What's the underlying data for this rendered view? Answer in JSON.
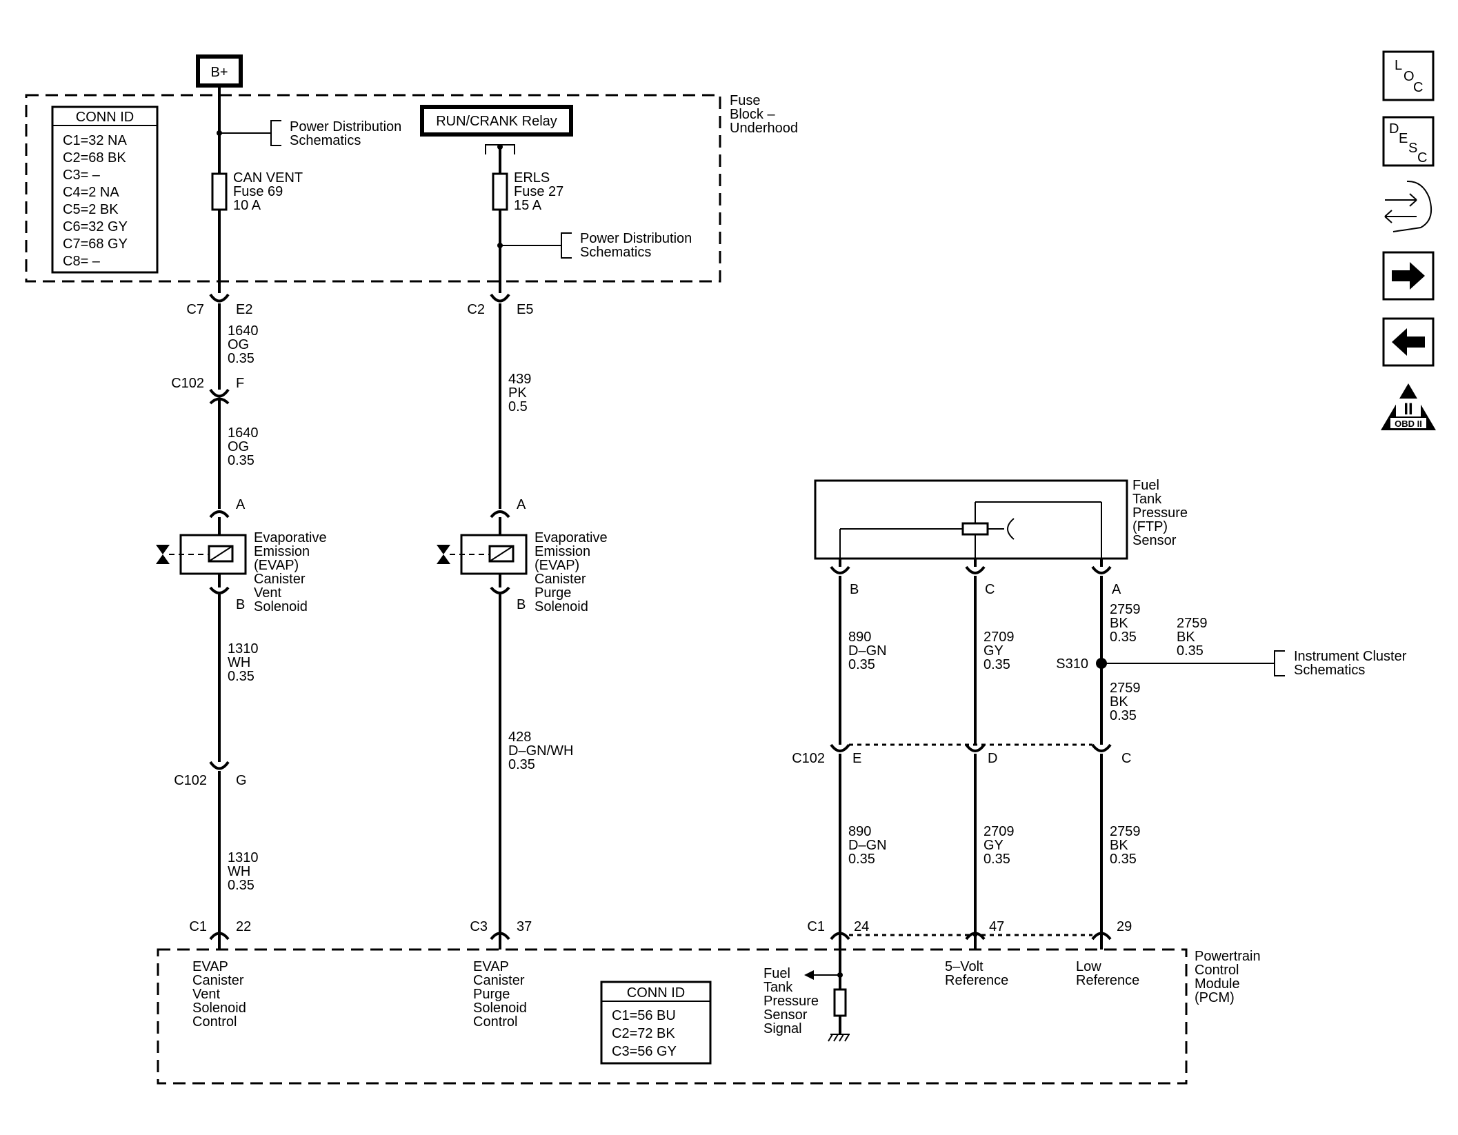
{
  "bplus": "B+",
  "fuse_block": {
    "title": [
      "Fuse",
      "Block –",
      "Underhood"
    ]
  },
  "conn_id_top": {
    "header": "CONN ID",
    "rows": [
      "C1=32 NA",
      "C2=68 BK",
      "C3= –",
      "C4=2 NA",
      "C5=2 BK",
      "C6=32 GY",
      "C7=68 GY",
      "C8= –"
    ]
  },
  "conn_id_pcm": {
    "header": "CONN ID",
    "rows": [
      "C1=56 BU",
      "C2=72 BK",
      "C3=56 GY"
    ]
  },
  "power_dist_1": [
    "Power Distribution",
    "Schematics"
  ],
  "power_dist_2": [
    "Power Distribution",
    "Schematics"
  ],
  "instrument_cluster": [
    "Instrument Cluster",
    "Schematics"
  ],
  "relay": "RUN/CRANK Relay",
  "fuse_can_vent": [
    "CAN VENT",
    "Fuse 69",
    "10 A"
  ],
  "fuse_erls": [
    "ERLS",
    "Fuse 27",
    "15 A"
  ],
  "vent_solenoid": [
    "Evaporative",
    "Emission",
    "(EVAP)",
    "Canister",
    "Vent",
    "Solenoid"
  ],
  "purge_solenoid": [
    "Evaporative",
    "Emission",
    "(EVAP)",
    "Canister",
    "Purge",
    "Solenoid"
  ],
  "ftp_sensor": [
    "Fuel",
    "Tank",
    "Pressure",
    "(FTP)",
    "Sensor"
  ],
  "pcm": [
    "Powertrain",
    "Control",
    "Module",
    "(PCM)"
  ],
  "pcm_vent": [
    "EVAP",
    "Canister",
    "Vent",
    "Solenoid",
    "Control"
  ],
  "pcm_purge": [
    "EVAP",
    "Canister",
    "Purge",
    "Solenoid",
    "Control"
  ],
  "pcm_ftp": [
    "Fuel",
    "Tank",
    "Pressure",
    "Sensor",
    "Signal"
  ],
  "pcm_5v": [
    "5–Volt",
    "Reference"
  ],
  "pcm_low": [
    "Low",
    "Reference"
  ],
  "connectors": {
    "c7": "C7",
    "e2": "E2",
    "c2": "C2",
    "e5": "E5",
    "c102_f": "C102",
    "f": "F",
    "vent_a": "A",
    "vent_b": "B",
    "purge_a": "A",
    "purge_b": "B",
    "c102_g": "C102",
    "g": "G",
    "c1_vent": "C1",
    "pin22": "22",
    "c3_purge": "C3",
    "pin37": "37",
    "ftp_b": "B",
    "ftp_c": "C",
    "ftp_a": "A",
    "c102_e": "C102",
    "e": "E",
    "d": "D",
    "c": "C",
    "c1_ftp": "C1",
    "pin24": "24",
    "pin47": "47",
    "pin29": "29",
    "s310": "S310"
  },
  "wires": {
    "w1640a": [
      "1640",
      "OG",
      "0.35"
    ],
    "w1640b": [
      "1640",
      "OG",
      "0.35"
    ],
    "w1310a": [
      "1310",
      "WH",
      "0.35"
    ],
    "w1310b": [
      "1310",
      "WH",
      "0.35"
    ],
    "w439": [
      "439",
      "PK",
      "0.5"
    ],
    "w428": [
      "428",
      "D–GN/WH",
      "0.35"
    ],
    "w890a": [
      "890",
      "D–GN",
      "0.35"
    ],
    "w890b": [
      "890",
      "D–GN",
      "0.35"
    ],
    "w2709a": [
      "2709",
      "GY",
      "0.35"
    ],
    "w2709b": [
      "2709",
      "GY",
      "0.35"
    ],
    "w2759a": [
      "2759",
      "BK",
      "0.35"
    ],
    "w2759s": [
      "2759",
      "BK",
      "0.35"
    ],
    "w2759b": [
      "2759",
      "BK",
      "0.35"
    ],
    "w2759c": [
      "2759",
      "BK",
      "0.35"
    ]
  },
  "nav": {
    "loc": [
      "L",
      "O",
      "C"
    ],
    "desc": [
      "D",
      "E",
      "S",
      "C"
    ],
    "obd": "OBD II",
    "obd_numeral": "II"
  }
}
